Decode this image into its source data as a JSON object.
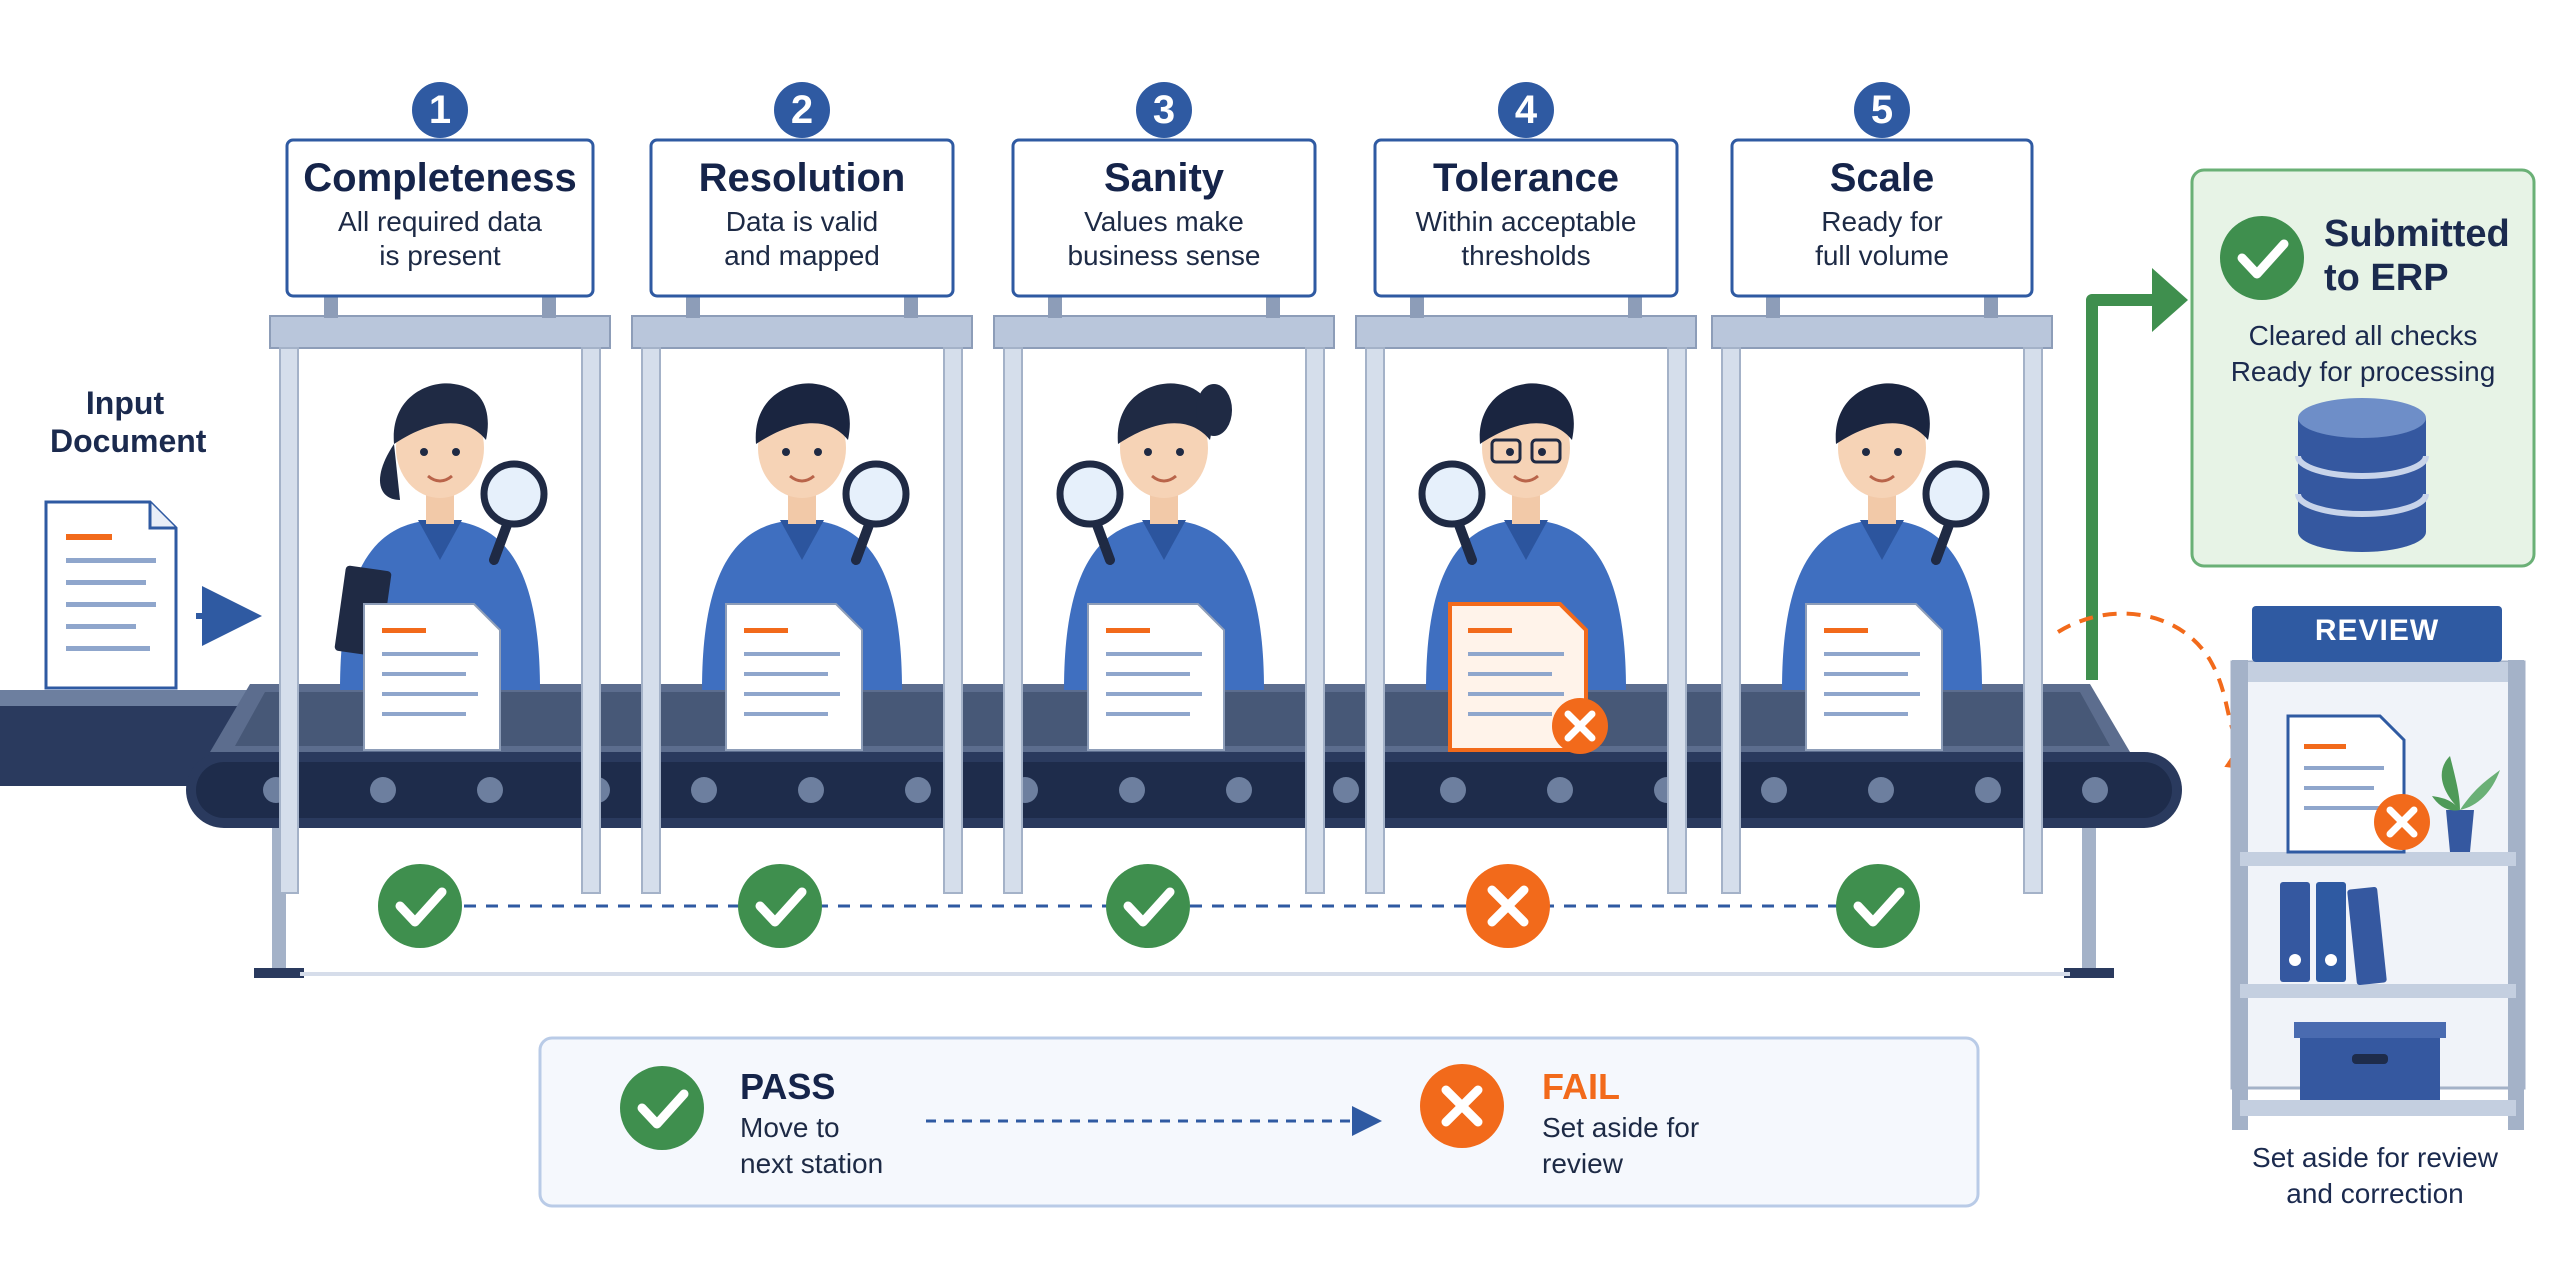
{
  "input": {
    "label_line1": "Input",
    "label_line2": "Document"
  },
  "stations": [
    {
      "number": "1",
      "title": "Completeness",
      "desc_line1": "All required data",
      "desc_line2": "is present",
      "result": "pass"
    },
    {
      "number": "2",
      "title": "Resolution",
      "desc_line1": "Data is valid",
      "desc_line2": "and mapped",
      "result": "pass"
    },
    {
      "number": "3",
      "title": "Sanity",
      "desc_line1": "Values make",
      "desc_line2": "business sense",
      "result": "pass"
    },
    {
      "number": "4",
      "title": "Tolerance",
      "desc_line1": "Within acceptable",
      "desc_line2": "thresholds",
      "result": "fail"
    },
    {
      "number": "5",
      "title": "Scale",
      "desc_line1": "Ready for",
      "desc_line2": "full volume",
      "result": "pass"
    }
  ],
  "erp": {
    "title_line1": "Submitted",
    "title_line2": "to ERP",
    "desc_line1": "Cleared all checks",
    "desc_line2": "Ready for processing"
  },
  "review": {
    "sign": "REVIEW",
    "caption_line1": "Set aside for review",
    "caption_line2": "and correction"
  },
  "legend": {
    "pass": {
      "title": "PASS",
      "desc_line1": "Move to",
      "desc_line2": "next station"
    },
    "fail": {
      "title": "FAIL",
      "desc_line1": "Set aside for",
      "desc_line2": "review"
    }
  },
  "colors": {
    "pass": "#3f8f4e",
    "fail": "#f26a1b",
    "blue": "#2f5aa2",
    "navy": "#1b2a4e"
  }
}
